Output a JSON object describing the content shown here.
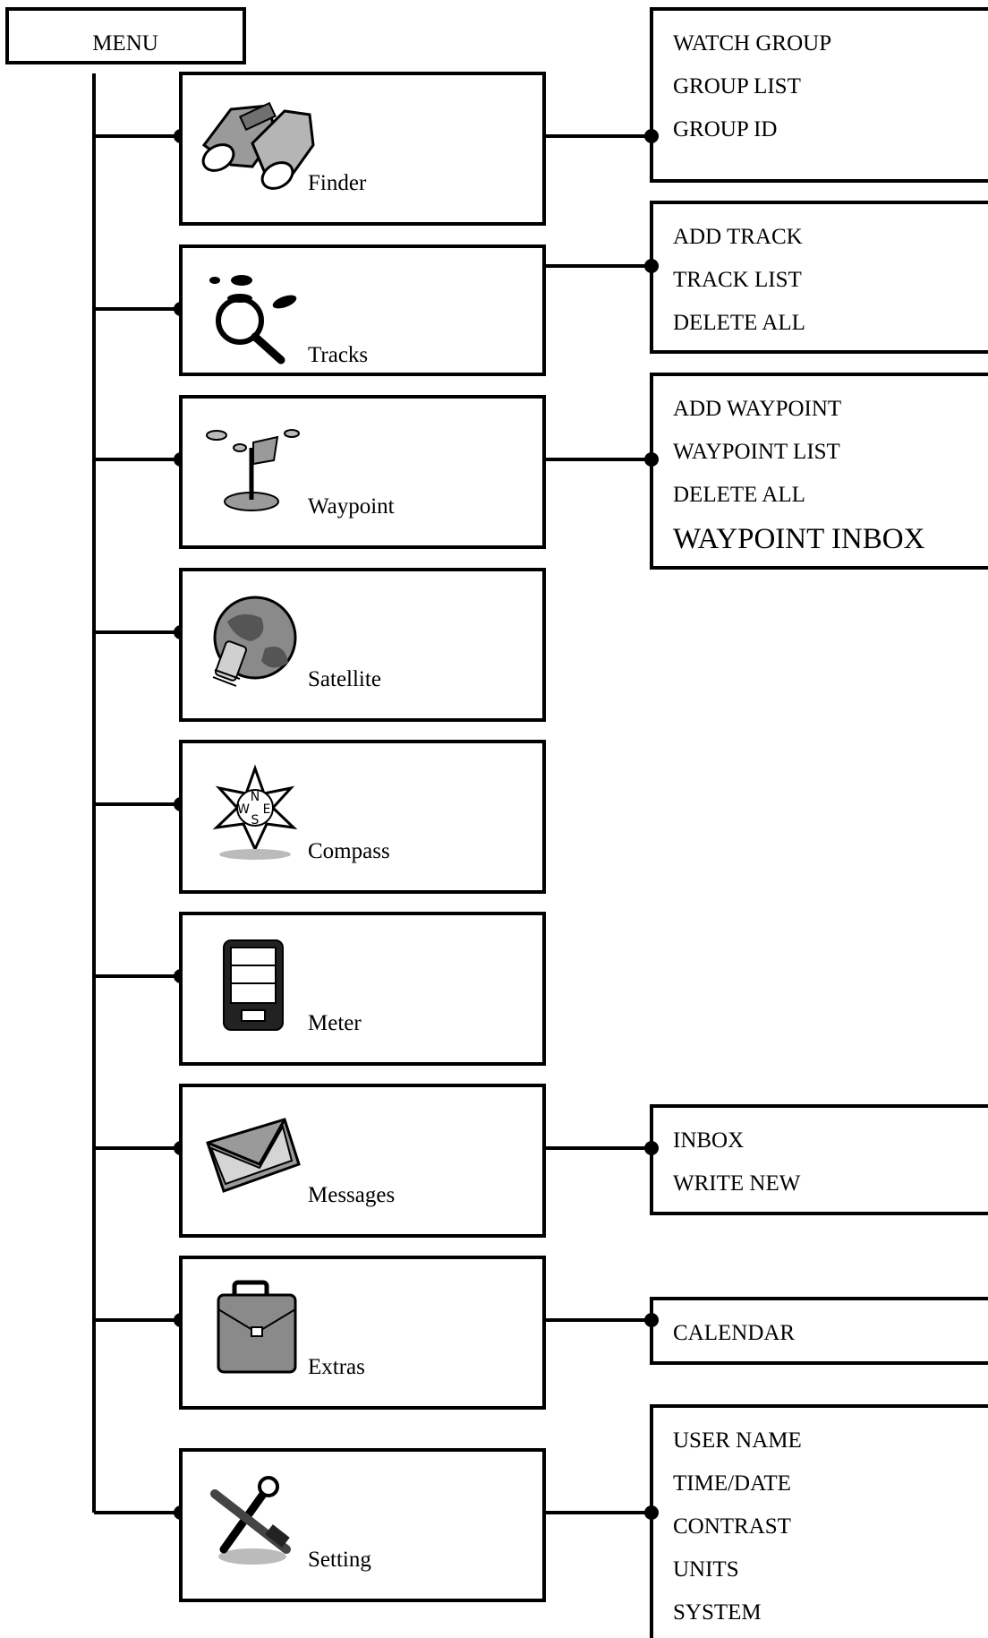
{
  "menu": {
    "label": "MENU"
  },
  "items": [
    {
      "label": "Finder",
      "icon": "binoculars-icon",
      "submenu": [
        "WATCH GROUP",
        "GROUP LIST",
        "GROUP ID"
      ]
    },
    {
      "label": "Tracks",
      "icon": "magnifier-tracks-icon",
      "submenu": [
        "ADD TRACK",
        "TRACK LIST",
        "DELETE ALL"
      ]
    },
    {
      "label": "Waypoint",
      "icon": "waypoint-flag-icon",
      "submenu": [
        "ADD WAYPOINT",
        "WAYPOINT LIST",
        "DELETE ALL",
        "WAYPOINT INBOX"
      ]
    },
    {
      "label": "Satellite",
      "icon": "globe-satellite-icon",
      "submenu": []
    },
    {
      "label": "Compass",
      "icon": "compass-rose-icon",
      "submenu": []
    },
    {
      "label": "Meter",
      "icon": "meter-device-icon",
      "submenu": []
    },
    {
      "label": "Messages",
      "icon": "envelope-icon",
      "submenu": [
        "INBOX",
        "WRITE NEW"
      ]
    },
    {
      "label": "Extras",
      "icon": "briefcase-icon",
      "submenu": [
        "CALENDAR"
      ]
    },
    {
      "label": "Setting",
      "icon": "tools-icon",
      "submenu": [
        "USER NAME",
        "TIME/DATE",
        "CONTRAST",
        "UNITS",
        "SYSTEM"
      ]
    }
  ]
}
